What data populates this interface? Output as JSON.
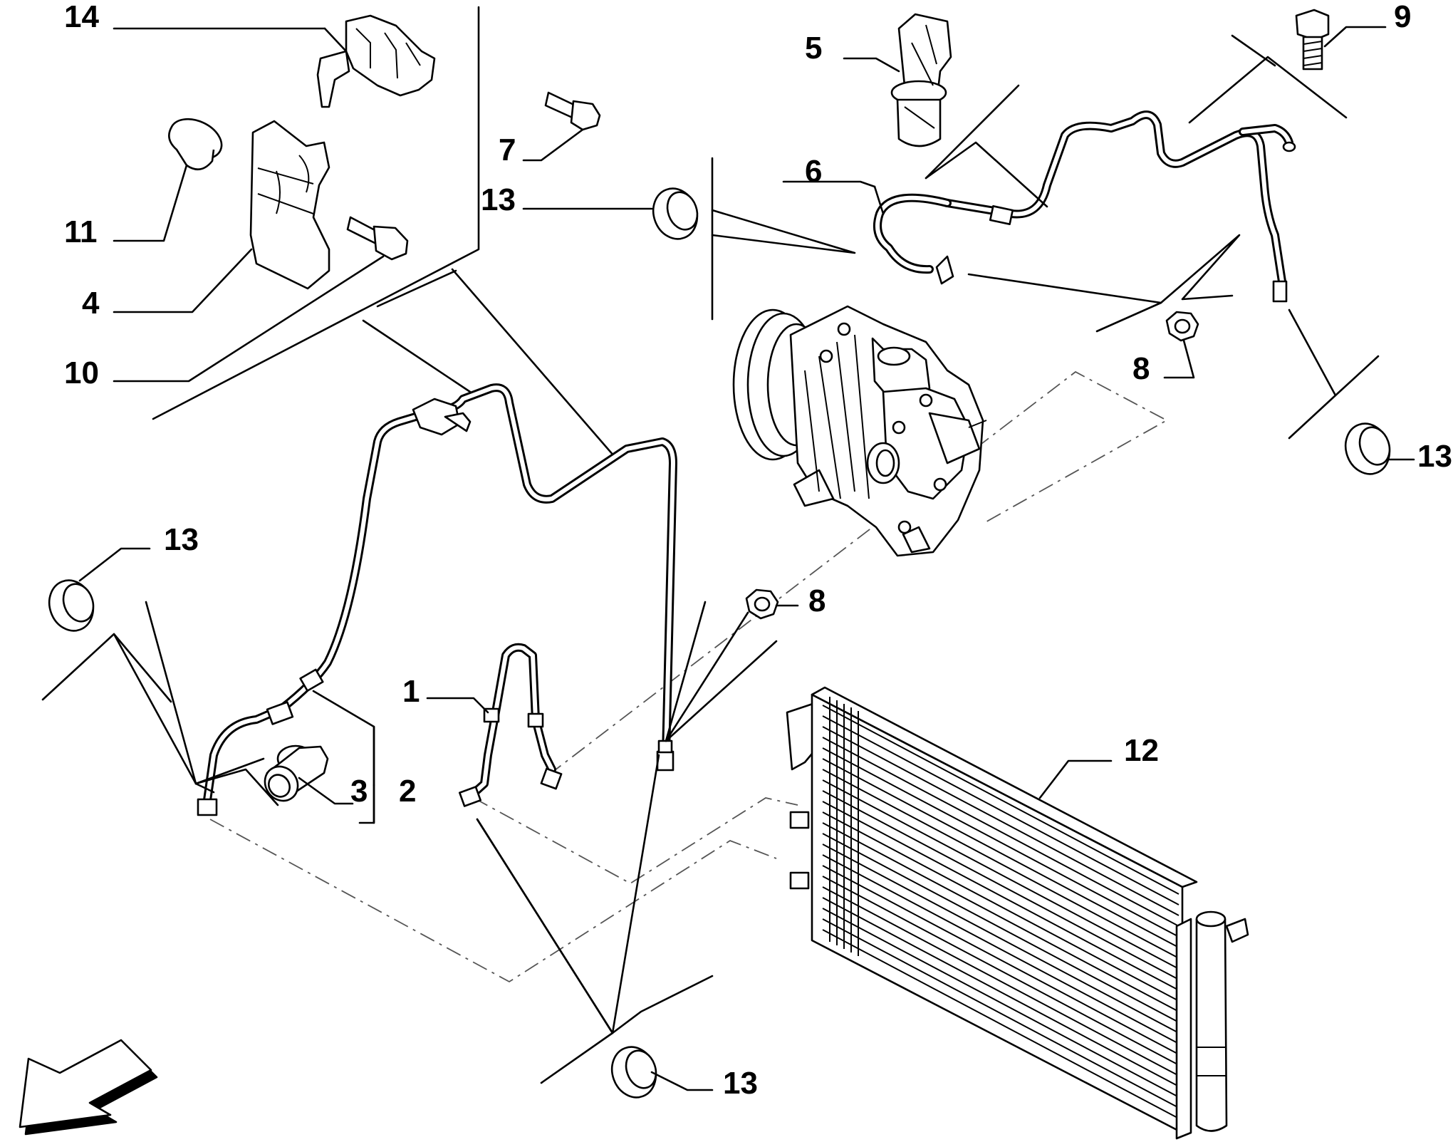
{
  "callouts": {
    "c1": "1",
    "c2": "2",
    "c3": "3",
    "c4": "4",
    "c5": "5",
    "c6": "6",
    "c7": "7",
    "c8a": "8",
    "c8b": "8",
    "c9": "9",
    "c10": "10",
    "c11": "11",
    "c12": "12",
    "c13a": "13",
    "c13b": "13",
    "c13c": "13",
    "c13d": "13",
    "c14": "14"
  },
  "icons": {
    "direction_arrow": "arrow-down-left-icon"
  }
}
